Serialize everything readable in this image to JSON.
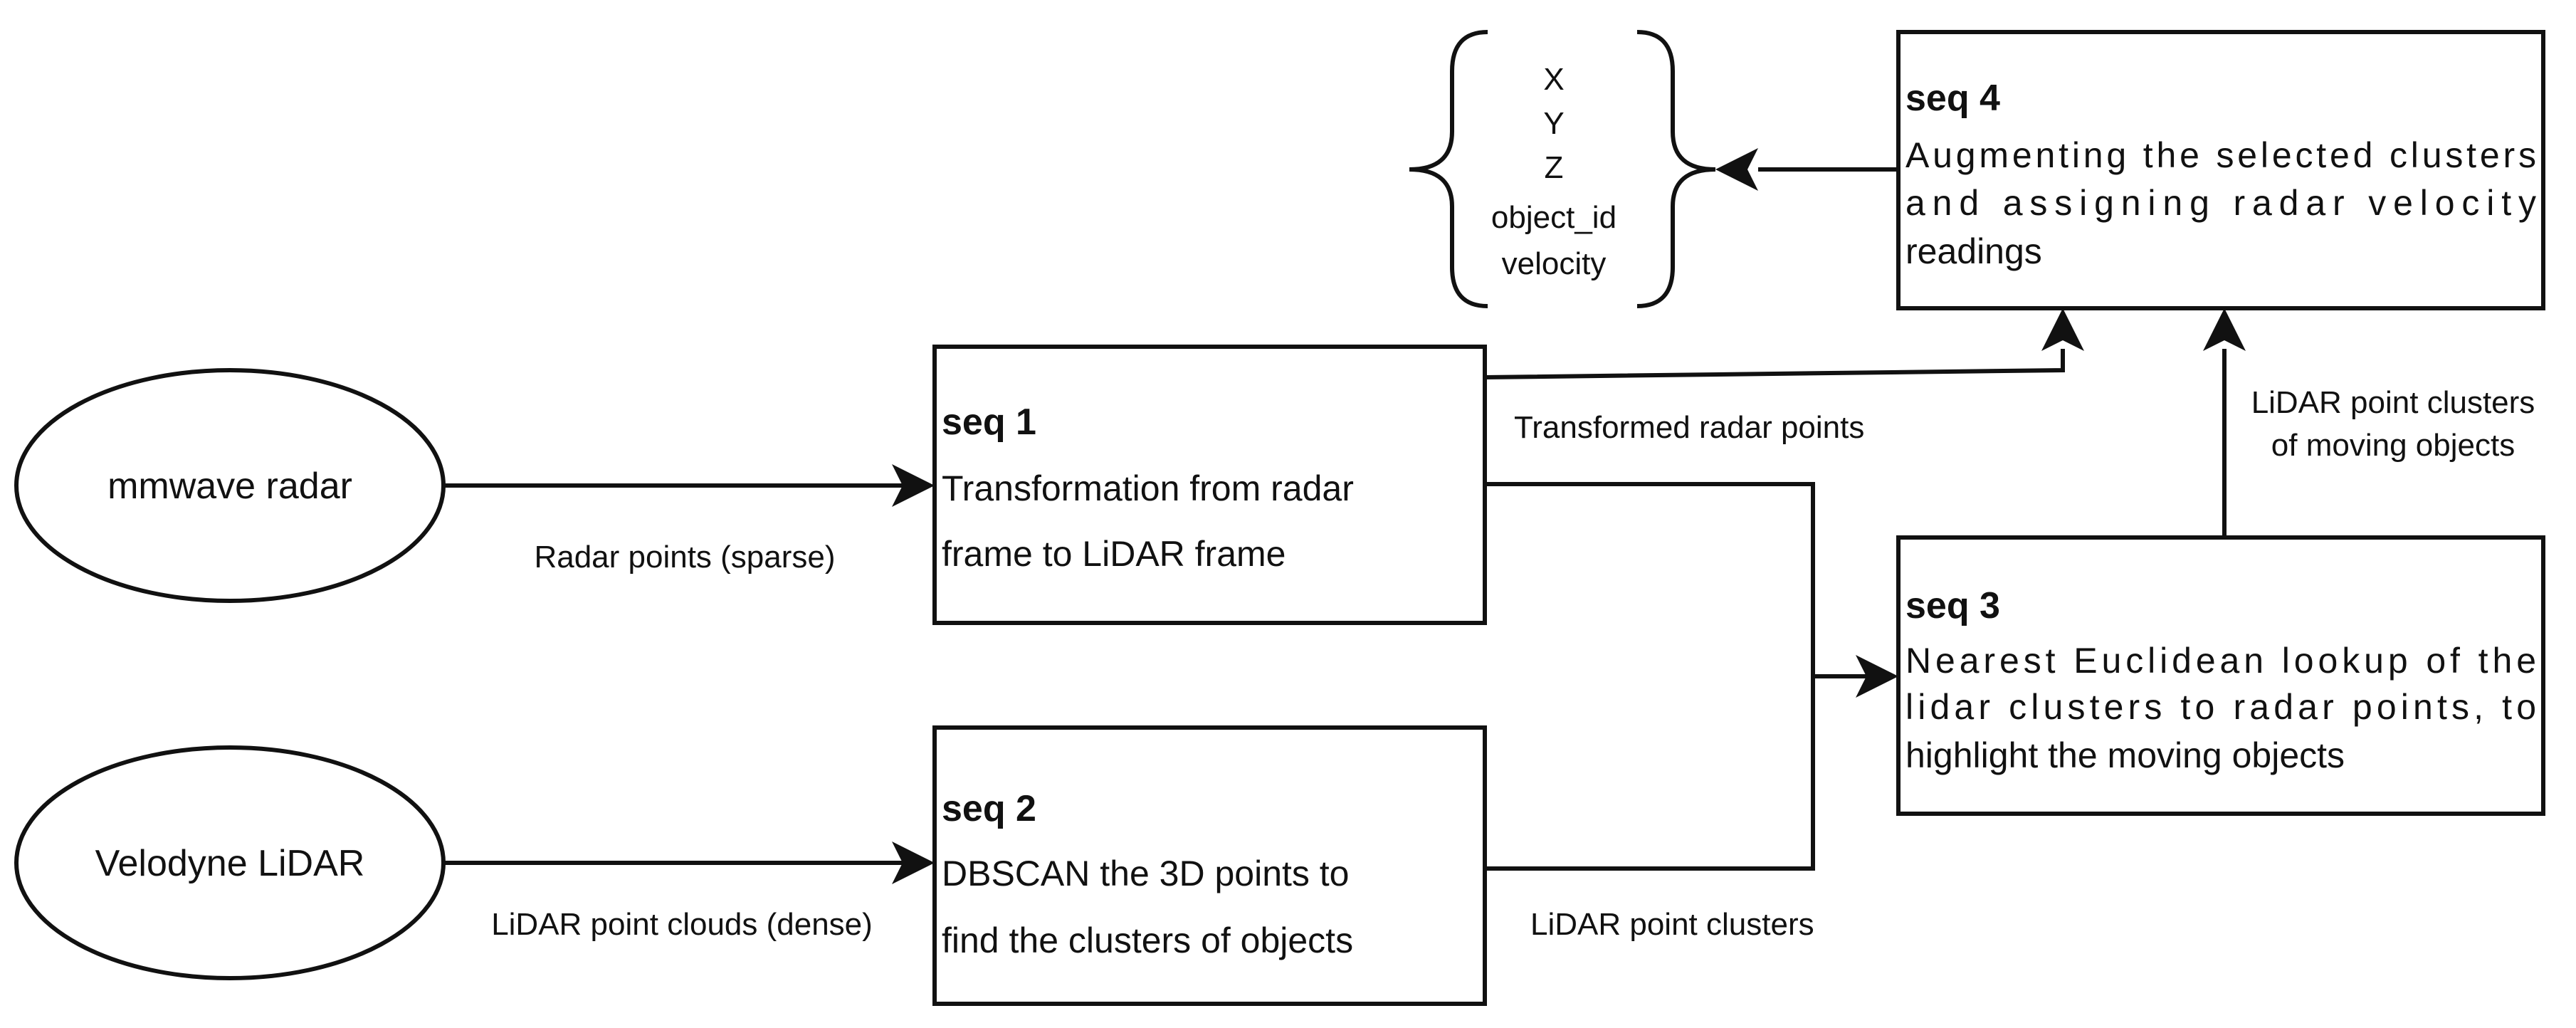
{
  "nodes": {
    "radar": {
      "label": "mmwave radar"
    },
    "lidar": {
      "label": "Velodyne LiDAR"
    },
    "seq1": {
      "title": "seq 1",
      "lines": [
        "Transformation from radar",
        "frame to LiDAR frame"
      ]
    },
    "seq2": {
      "title": "seq 2",
      "lines": [
        "DBSCAN the 3D points to",
        "find the clusters of objects"
      ]
    },
    "seq3": {
      "title": "seq 3",
      "lines": [
        "Nearest Euclidean lookup of the",
        "lidar clusters to radar points, to",
        "highlight the moving objects"
      ]
    },
    "seq4": {
      "title": "seq 4",
      "lines": [
        "Augmenting the selected clusters",
        "and assigning radar velocity",
        "readings"
      ]
    },
    "output": {
      "items": [
        "X",
        "Y",
        "Z",
        "object_id",
        "velocity"
      ]
    }
  },
  "edges": {
    "radar_to_seq1": "Radar points (sparse)",
    "lidar_to_seq2": "LiDAR point clouds (dense)",
    "seq1_to_seq4": "Transformed radar points",
    "seq2_to_seq3": "LiDAR point clusters",
    "seq3_to_seq4": [
      "LiDAR point clusters",
      "of moving objects"
    ]
  }
}
